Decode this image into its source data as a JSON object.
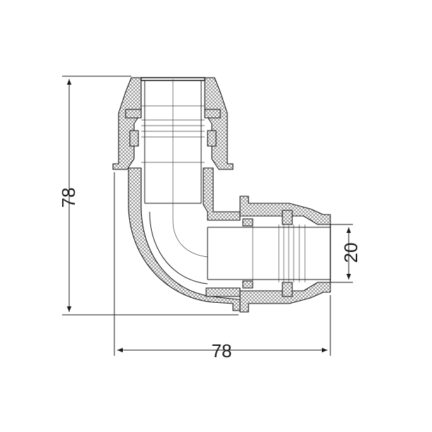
{
  "drawing": {
    "dimensions": {
      "height_label": "78",
      "width_label": "78",
      "bore_label": "20"
    }
  }
}
